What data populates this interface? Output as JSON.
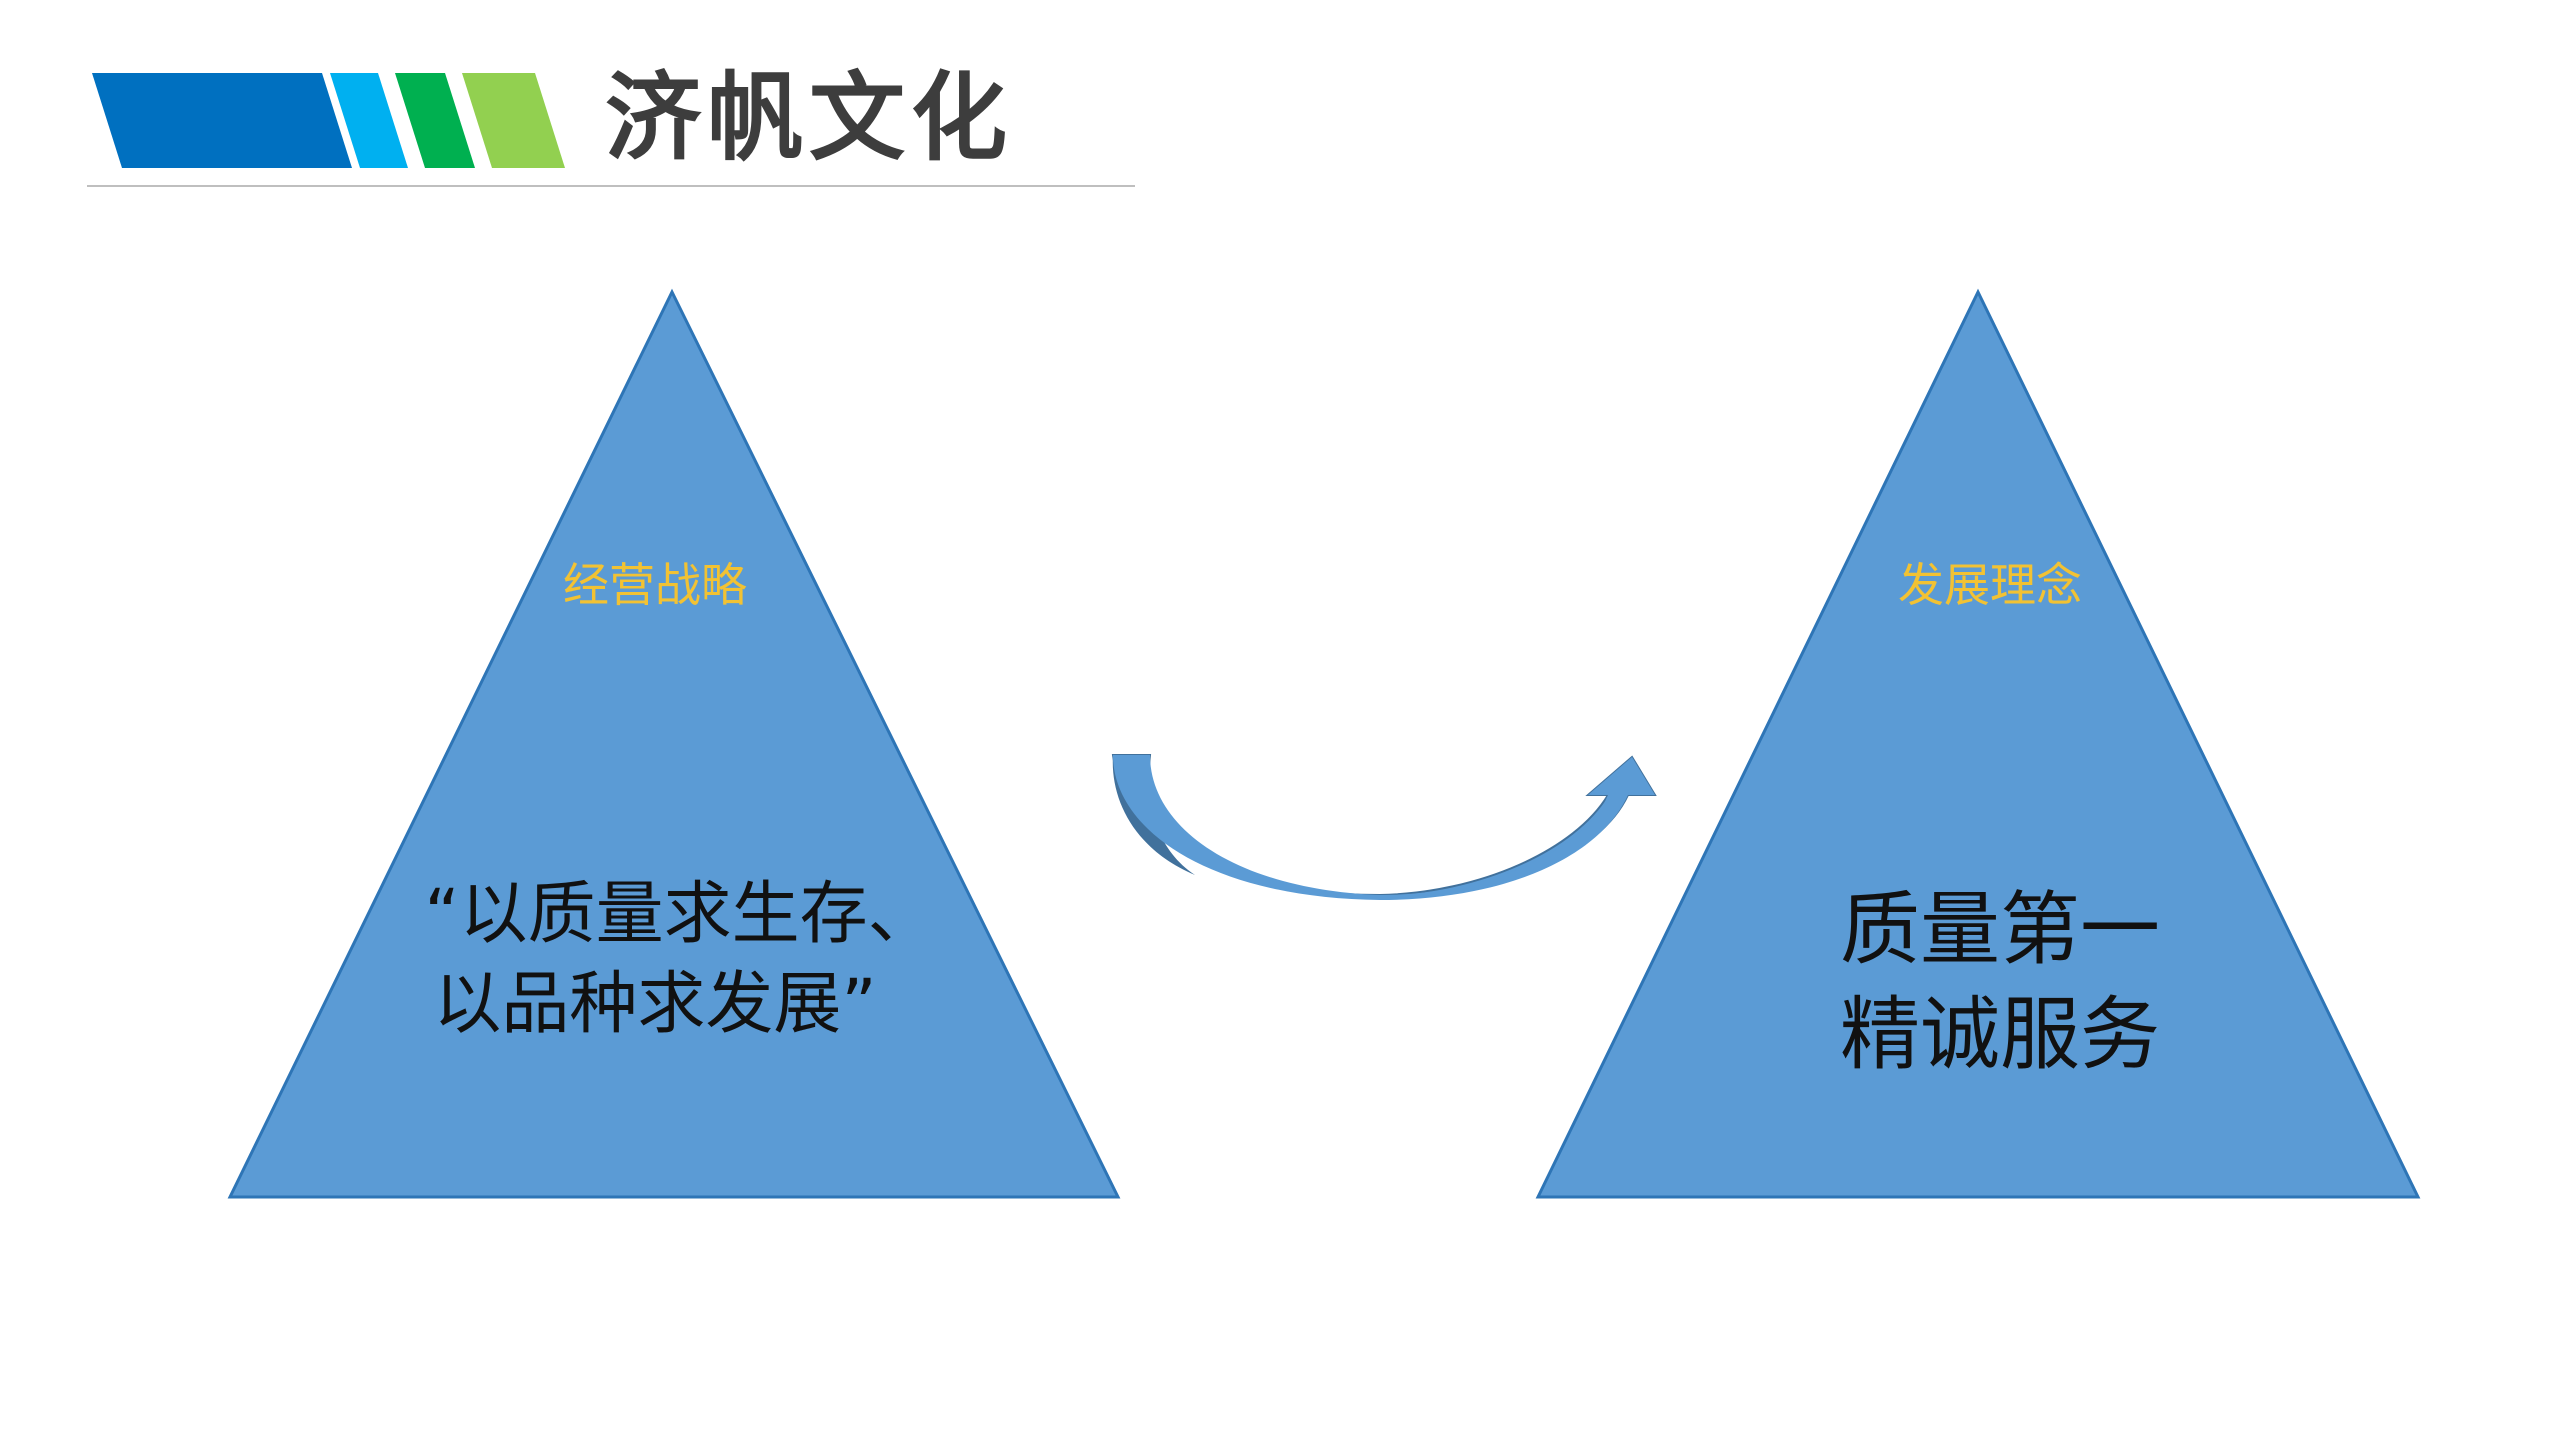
{
  "slide": {
    "title": "济帆文化",
    "colors": {
      "band_1": "#0070c0",
      "band_2": "#00b0f0",
      "band_3": "#00b050",
      "band_4": "#92d050",
      "triangle_fill": "#5b9bd5",
      "triangle_stroke": "#2e75b6",
      "arrow_fill": "#5b9bd5",
      "arrow_dark": "#41719c",
      "label_color": "#f2c233",
      "text_color": "#111111",
      "divider": "#bfbfbf"
    }
  },
  "left_triangle": {
    "label": "经营战略",
    "line1": "“以质量求生存、",
    "line2": "以品种求发展”"
  },
  "right_triangle": {
    "label": "发展理念",
    "line1": "质量第一",
    "line2": "精诚服务"
  },
  "connector": {
    "icon": "curved-arrow-icon"
  }
}
